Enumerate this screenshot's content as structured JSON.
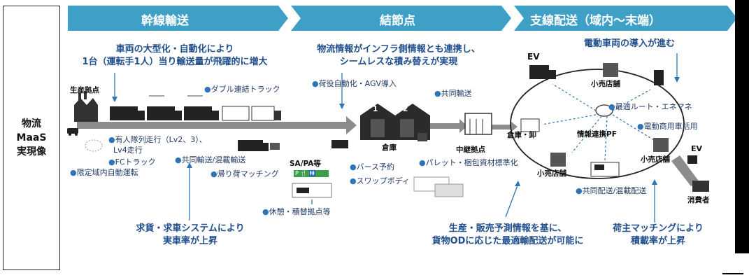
{
  "side_label": "物流\nMaaS\n実現像",
  "phases": [
    {
      "label": "幹線輸送"
    },
    {
      "label": "結節点"
    },
    {
      "label": "支線配送（域内～末端）"
    }
  ],
  "trunk": {
    "headline1": "車両の大型化・自動化により",
    "headline2": "1台（運転手1人）当り輸送量が飛躍的に増大",
    "node_production": "生産拠点",
    "bullet_double": "ダブル連結トラック",
    "bullet_platoon1": "有人隊列走行（Lv2、3）、",
    "bullet_platoon2": "Lv4走行",
    "bullet_fc": "FCトラック",
    "bullet_limited": "限定域内自動運転",
    "bullet_joint": "共同輸送/混載輸送",
    "bullet_return": "帰り荷マッチング",
    "bottom1": "求貨・求車システムにより",
    "bottom2": "実車率が上昇"
  },
  "node": {
    "headline1": "物流情報がインフラ側情報とも連携し、",
    "headline2": "シームレスな積み替えが実現",
    "bullet_agv": "荷役自動化・AGV導入",
    "bullet_joint": "共同輸送",
    "node_sapa": "SA/PA等",
    "node_warehouse": "倉庫",
    "node_relay": "中継拠点",
    "bullet_berth": "バース予約",
    "bullet_swap": "スワップボディ",
    "bullet_pallet": "パレット・梱包資材標準化",
    "bullet_rest": "休憩・積替拠点等",
    "bottom1": "生産・販売予測情報を基に、",
    "bottom2": "貨物ODに応じた最適輸配送が可能に",
    "warehouse_numbers": [
      "1",
      "2"
    ]
  },
  "branch": {
    "headline": "電動車両の導入が進む",
    "ev_label": "EV",
    "ev_label2": "EV",
    "node_store1": "小売店舗",
    "node_store2": "小売店舗",
    "node_store3": "小売店舗",
    "node_wholesale": "倉庫・卸",
    "node_pf": "情報連携PF",
    "node_consumer": "消費者",
    "bullet_route": "最適ルート・エネマネ",
    "bullet_ev": "電動商用車活用",
    "bullet_joint": "共同配送/混載配送",
    "bottom1": "荷主マッチングにより",
    "bottom2": "積載率が上昇"
  },
  "sapa_sign": [
    "P",
    "🍴",
    "🚻"
  ],
  "colors": {
    "phase": "#3fa0c7",
    "arrow": "#8c8c8c",
    "dot": "#2e75b6",
    "text": "#1f3864",
    "accent": "#1f4e8c"
  }
}
